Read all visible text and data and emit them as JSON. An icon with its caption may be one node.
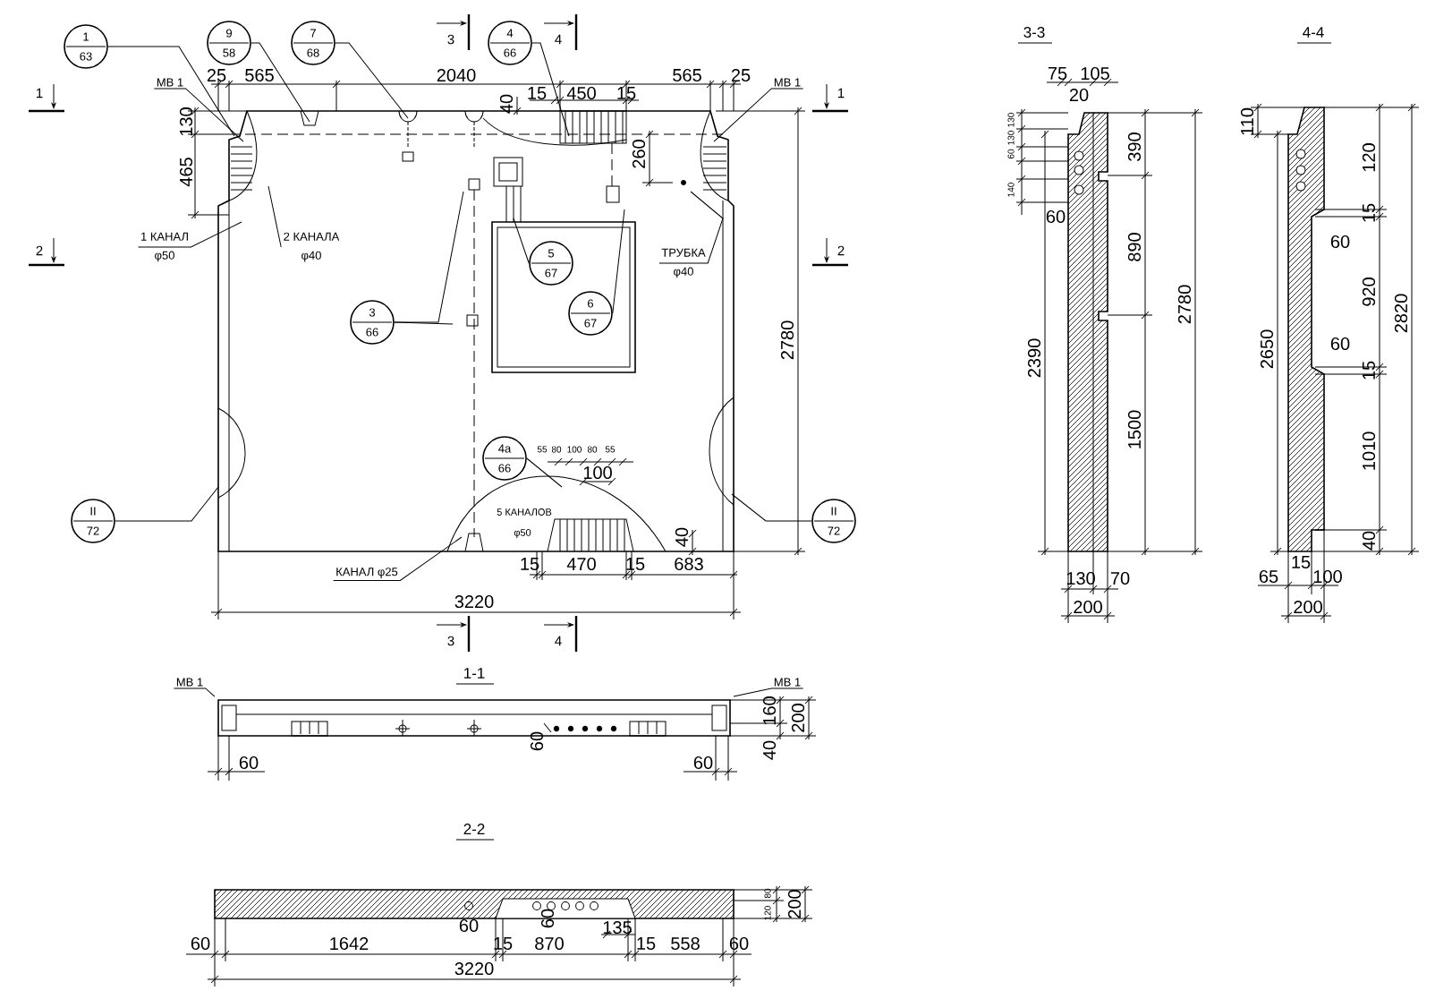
{
  "diagram": {
    "nodes": [
      {
        "text": [
          "1",
          "63"
        ]
      },
      {
        "text": [
          "9",
          "58"
        ]
      },
      {
        "text": [
          "7",
          "68"
        ]
      },
      {
        "text": [
          "4",
          "66"
        ]
      },
      {
        "text": [
          "5",
          "67"
        ]
      },
      {
        "text": [
          "6",
          "67"
        ]
      },
      {
        "text": [
          "3",
          "66"
        ]
      },
      {
        "text": [
          "4а",
          "66"
        ]
      },
      {
        "text": [
          "II",
          "72"
        ]
      },
      {
        "text": [
          "II",
          "72"
        ]
      },
      {
        "text": [
          "МВ 1"
        ]
      },
      {
        "text": [
          "МВ 1"
        ]
      },
      {
        "text": [
          "1 КАНАЛ",
          "φ50"
        ]
      },
      {
        "text": [
          "2 КАНАЛА",
          "φ40"
        ]
      },
      {
        "text": [
          "ТРУБКА",
          "φ40"
        ]
      },
      {
        "text": [
          "КАНАЛ φ25"
        ]
      },
      {
        "text": [
          "МВ 1"
        ]
      },
      {
        "text": [
          "МВ 1"
        ]
      }
    ],
    "edges": [
      {
        "from": 0,
        "to": null,
        "arrow": "none"
      },
      {
        "from": 1,
        "to": null,
        "arrow": "none"
      },
      {
        "from": 2,
        "to": null,
        "arrow": "none"
      },
      {
        "from": 3,
        "to": null,
        "arrow": "none"
      },
      {
        "from": 4,
        "to": null,
        "arrow": "none"
      },
      {
        "from": 5,
        "to": null,
        "arrow": "none"
      },
      {
        "from": 6,
        "to": null,
        "arrow": "none"
      },
      {
        "from": 6,
        "to": null,
        "arrow": "none"
      },
      {
        "from": 7,
        "to": null,
        "arrow": "none"
      },
      {
        "from": 8,
        "to": null,
        "arrow": "none"
      },
      {
        "from": 9,
        "to": null,
        "arrow": "none"
      },
      {
        "from": 10,
        "to": null,
        "arrow": "none"
      },
      {
        "from": 11,
        "to": null,
        "arrow": "none"
      },
      {
        "from": 12,
        "to": null,
        "arrow": "none"
      },
      {
        "from": 13,
        "to": null,
        "arrow": "none"
      },
      {
        "from": 14,
        "to": null,
        "arrow": "none"
      },
      {
        "from": 15,
        "to": null,
        "arrow": "none"
      },
      {
        "from": 16,
        "to": null,
        "arrow": "none"
      },
      {
        "from": 17,
        "to": null,
        "arrow": "none"
      }
    ],
    "labels": [
      "3",
      "4",
      "1",
      "1",
      "25",
      "565",
      "2040",
      "565",
      "25",
      "40",
      "15",
      "450",
      "15",
      "130",
      "465",
      "260",
      "2",
      "2",
      "2780",
      "55",
      "80",
      "100",
      "80",
      "55",
      "100",
      "5 КАНАЛОВ",
      "φ50",
      "40",
      "15",
      "470",
      "15",
      "683",
      "3220",
      "3",
      "4",
      "3-3",
      "75",
      "105",
      "20",
      "130",
      "130",
      "60",
      "140",
      "60",
      "390",
      "890",
      "2390",
      "1500",
      "2780",
      "130",
      "70",
      "200",
      "4-4",
      "110",
      "120",
      "15",
      "60",
      "920",
      "60",
      "15",
      "2650",
      "2820",
      "1010",
      "40",
      "15",
      "65",
      "100",
      "200",
      "1-1",
      "160",
      "200",
      "40",
      "60",
      "60",
      "60",
      "2-2",
      "80",
      "120",
      "200",
      "60",
      "60",
      "135",
      "60",
      "1642",
      "15",
      "870",
      "15",
      "558",
      "60",
      "3220"
    ]
  }
}
